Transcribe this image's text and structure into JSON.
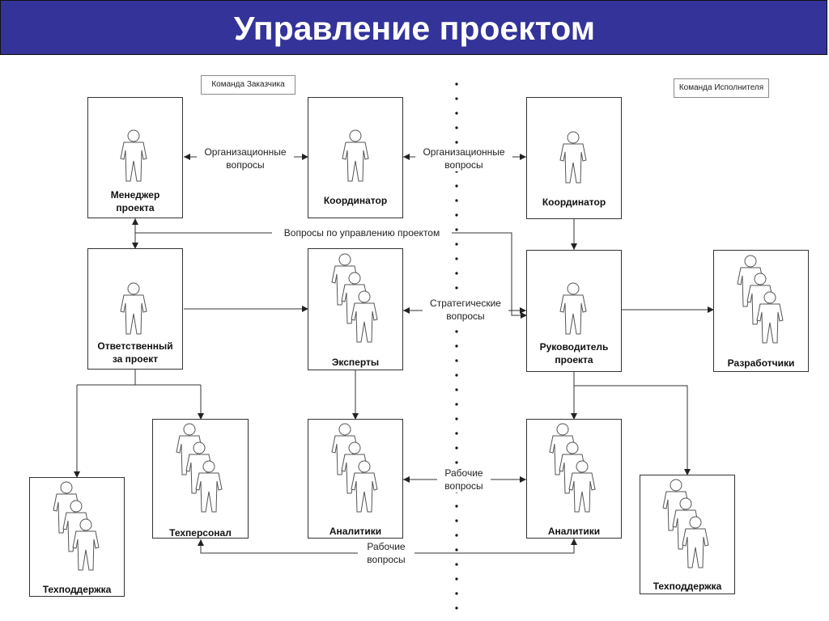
{
  "title": "Управление проектом",
  "teams": {
    "customer": "Команда Заказчика",
    "contractor": "Команда Исполнителя"
  },
  "nodes": {
    "manager": "Менеджер\nпроекта",
    "coordinator_left": "Координатор",
    "coordinator_right": "Координатор",
    "responsible": "Ответственный\nза проект",
    "experts": "Эксперты",
    "project_lead": "Руководитель\nпроекта",
    "developers": "Разработчики",
    "tech_staff": "Техперсонал",
    "analysts_left": "Аналитики",
    "analysts_right": "Аналитики",
    "support_left": "Техподдержка",
    "support_right": "Техподдержка"
  },
  "edges": {
    "org_issues_left": "Организационные\nвопросы",
    "org_issues_right": "Организационные\nвопросы",
    "pm_issues": "Вопросы по управлению проектом",
    "strategic": "Стратегические\nвопросы",
    "work_issues_mid": "Рабочие\nвопросы",
    "work_issues_bottom": "Рабочие\nвопросы"
  },
  "colors": {
    "title_bar": "#33339a",
    "title_text": "#ffffff",
    "line": "#333333"
  }
}
